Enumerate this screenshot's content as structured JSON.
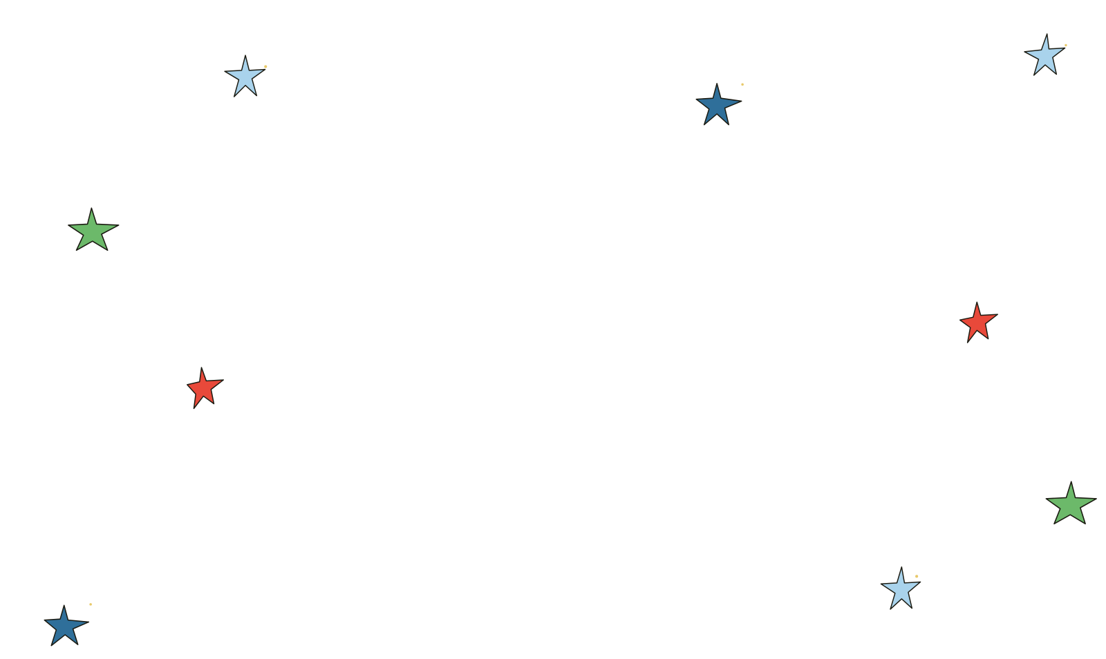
{
  "colors": {
    "background": "#ffffff",
    "outline": "#1b1b12",
    "light_blue": "#a9d3ec",
    "dark_blue": "#2f6f9a",
    "green": "#6cb96a",
    "red": "#e8493a",
    "fleck": "#e8c96a"
  },
  "stars": [
    {
      "name": "light-blue-star",
      "color": "#a9d3ec"
    },
    {
      "name": "dark-blue-star",
      "color": "#2f6f9a"
    },
    {
      "name": "light-blue-star",
      "color": "#a9d3ec"
    },
    {
      "name": "green-star",
      "color": "#6cb96a"
    },
    {
      "name": "red-star",
      "color": "#e8493a"
    },
    {
      "name": "red-star",
      "color": "#e8493a"
    },
    {
      "name": "green-star",
      "color": "#6cb96a"
    },
    {
      "name": "light-blue-star",
      "color": "#a9d3ec"
    },
    {
      "name": "dark-blue-star",
      "color": "#2f6f9a"
    }
  ]
}
